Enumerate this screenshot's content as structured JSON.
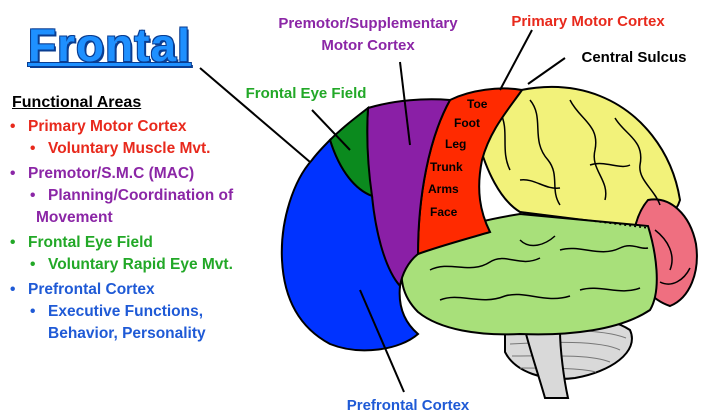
{
  "title": "Frontal",
  "sidebar": {
    "heading": "Functional Areas",
    "entries": [
      {
        "label": "Primary Motor Cortex",
        "sub": [
          "Voluntary Muscle Mvt."
        ]
      },
      {
        "label": "Premotor/S.M.C (MAC)",
        "sub": [
          "Planning/Coordination of",
          "Movement"
        ]
      },
      {
        "label": "Frontal Eye Field",
        "sub": [
          "Voluntary Rapid Eye Mvt."
        ]
      },
      {
        "label": "Prefrontal Cortex",
        "sub": [
          "Executive Functions,",
          "Behavior, Personality"
        ]
      }
    ]
  },
  "labels": {
    "premotor_line1": "Premotor/Supplementary",
    "premotor_line2": "Motor Cortex",
    "primary_motor": "Primary Motor Cortex",
    "central_sulcus": "Central Sulcus",
    "frontal_eye_field": "Frontal Eye Field",
    "prefrontal": "Prefrontal Cortex"
  },
  "homunculus": [
    "Toe",
    "Foot",
    "Leg",
    "Trunk",
    "Arms",
    "Face"
  ],
  "colors": {
    "prefrontal": "#0033ff",
    "eye_field": "#0b8a1e",
    "premotor": "#8a1fa6",
    "primary_motor": "#ff2a00",
    "parietal": "#f2f27a",
    "temporal": "#a8e07a",
    "occipital": "#ef6f80",
    "cerebellum": "#d9d9d9"
  }
}
